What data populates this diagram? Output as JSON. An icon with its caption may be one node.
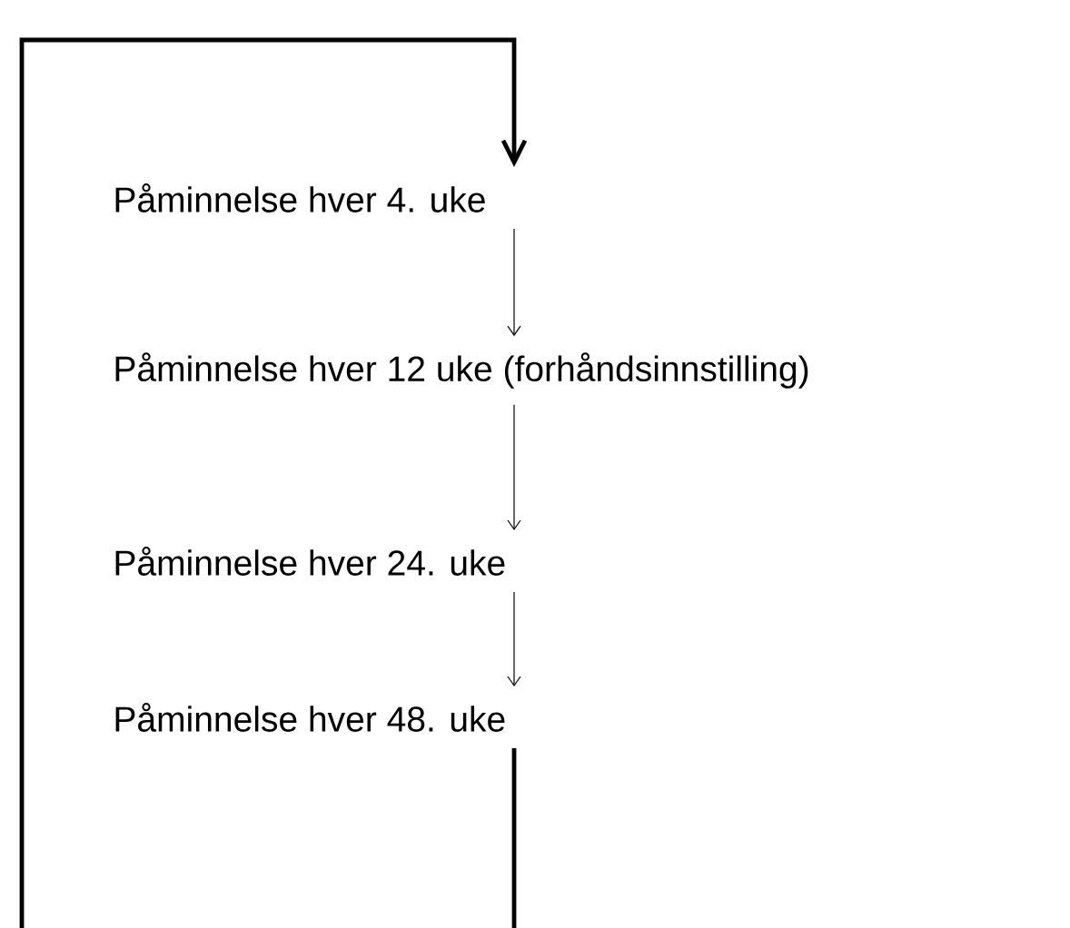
{
  "diagram": {
    "nodes": [
      {
        "text": [
          "Påminnelse hver 4. uke"
        ]
      },
      {
        "text": [
          "Påminnelse hver 12 uke (forhåndsinnstilling)"
        ]
      },
      {
        "text": [
          "Påminnelse hver 24. uke"
        ]
      },
      {
        "text": [
          "Påminnelse hver 48. uke"
        ]
      }
    ],
    "edges": [
      {
        "from": 0,
        "to": 1,
        "arrow": "to"
      },
      {
        "from": 1,
        "to": 2,
        "arrow": "to"
      },
      {
        "from": 2,
        "to": 3,
        "arrow": "to"
      },
      {
        "from": 3,
        "to": 0,
        "arrow": "to",
        "style": "thick"
      }
    ]
  }
}
